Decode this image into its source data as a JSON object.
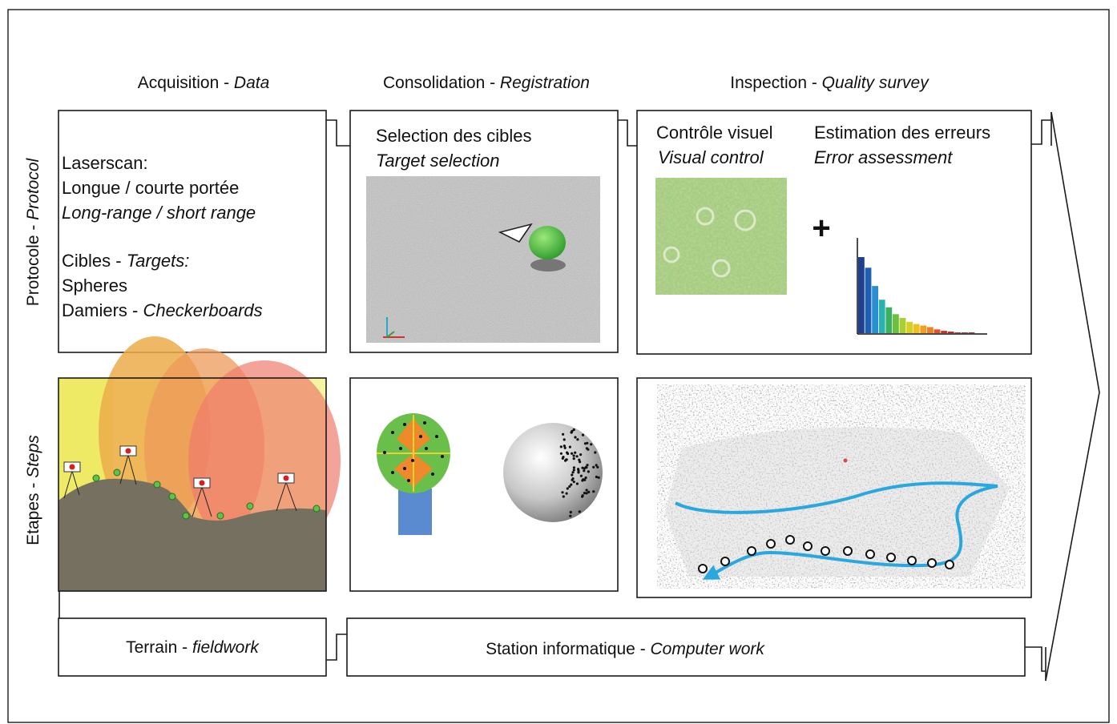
{
  "columns": [
    {
      "label": "Acquisition - ",
      "label_it": "Data"
    },
    {
      "label": "Consolidation - ",
      "label_it": "Registration"
    },
    {
      "label": "Inspection - ",
      "label_it": "Quality survey"
    }
  ],
  "rows": {
    "protocol": {
      "label": "Protocole - ",
      "label_it": "Protocol"
    },
    "steps": {
      "label": "Etapes - ",
      "label_it": "Steps"
    }
  },
  "acquisition_protocol": {
    "line1": "Laserscan:",
    "line2": "Longue / courte portée",
    "line3": "Long-range / short range",
    "line4a": "Cibles - ",
    "line4b": "Targets:",
    "line5": "Spheres",
    "line6a": "Damiers - ",
    "line6b": "Checkerboards"
  },
  "consolidation_protocol": {
    "title": "Selection des cibles",
    "title_it": "Target selection"
  },
  "inspection_protocol": {
    "visual": "Contrôle visuel",
    "visual_it": "Visual control",
    "plus": "+",
    "errors": "Estimation des erreurs",
    "errors_it": "Error assessment",
    "histogram": [
      100,
      86,
      62,
      44,
      34,
      25,
      20,
      15,
      12,
      10,
      8,
      5,
      3,
      2,
      1,
      1,
      1
    ]
  },
  "footer": {
    "fieldwork": "Terrain - ",
    "fieldwork_it": "fieldwork",
    "computer": "Station informatique - ",
    "computer_it": "Computer work"
  },
  "colors": {
    "terrain": "#75705f",
    "flight_path": "#2aa7df",
    "histogram": [
      "#1f3f8f",
      "#1f5fb0",
      "#2a8fd0",
      "#2ab0b0",
      "#3ab060",
      "#6cc040",
      "#a8d030",
      "#d8d020",
      "#f0c020",
      "#f0a020",
      "#f08020",
      "#e85020",
      "#d03020",
      "#c02020",
      "#b02020",
      "#a02020",
      "#902020"
    ]
  }
}
